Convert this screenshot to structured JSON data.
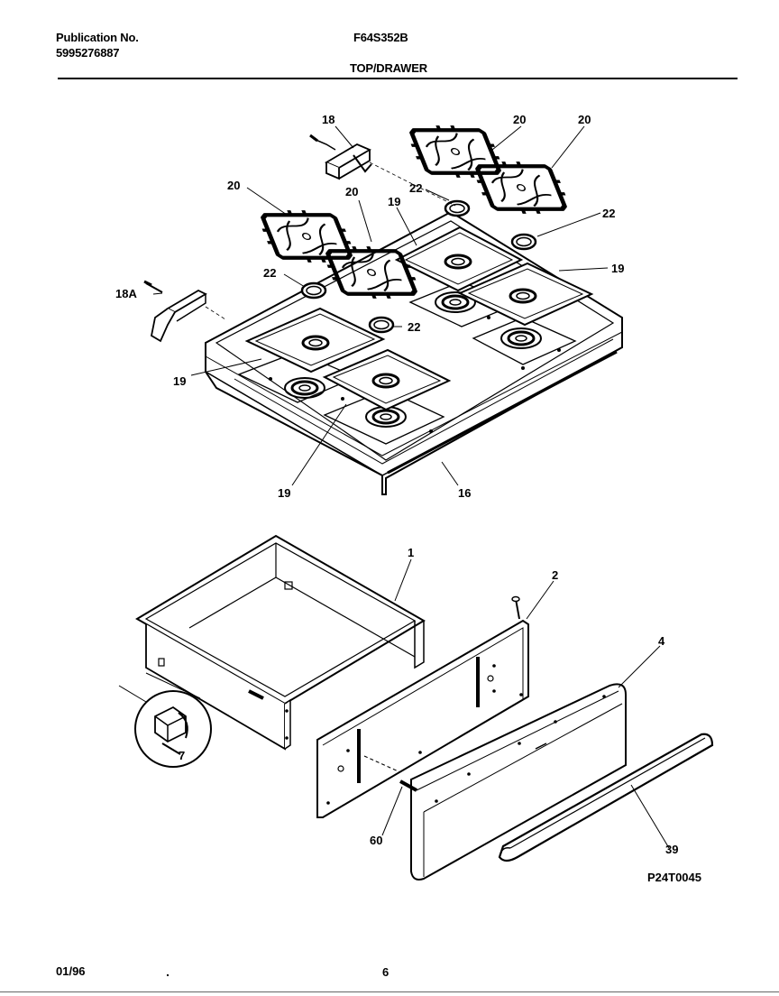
{
  "header": {
    "publication_label": "Publication No.",
    "publication_number": "5995276887",
    "model": "F64S352B",
    "section_title": "TOP/DRAWER"
  },
  "callouts": {
    "c18": "18",
    "c18a": "18A",
    "c20": "20",
    "c22": "22",
    "c19": "19",
    "c16": "16",
    "c1": "1",
    "c2": "2",
    "c4": "4",
    "c7": "7",
    "c60": "60",
    "c39": "39"
  },
  "figure_code": "P24T0045",
  "footer": {
    "date": "01/96",
    "page": "6"
  }
}
